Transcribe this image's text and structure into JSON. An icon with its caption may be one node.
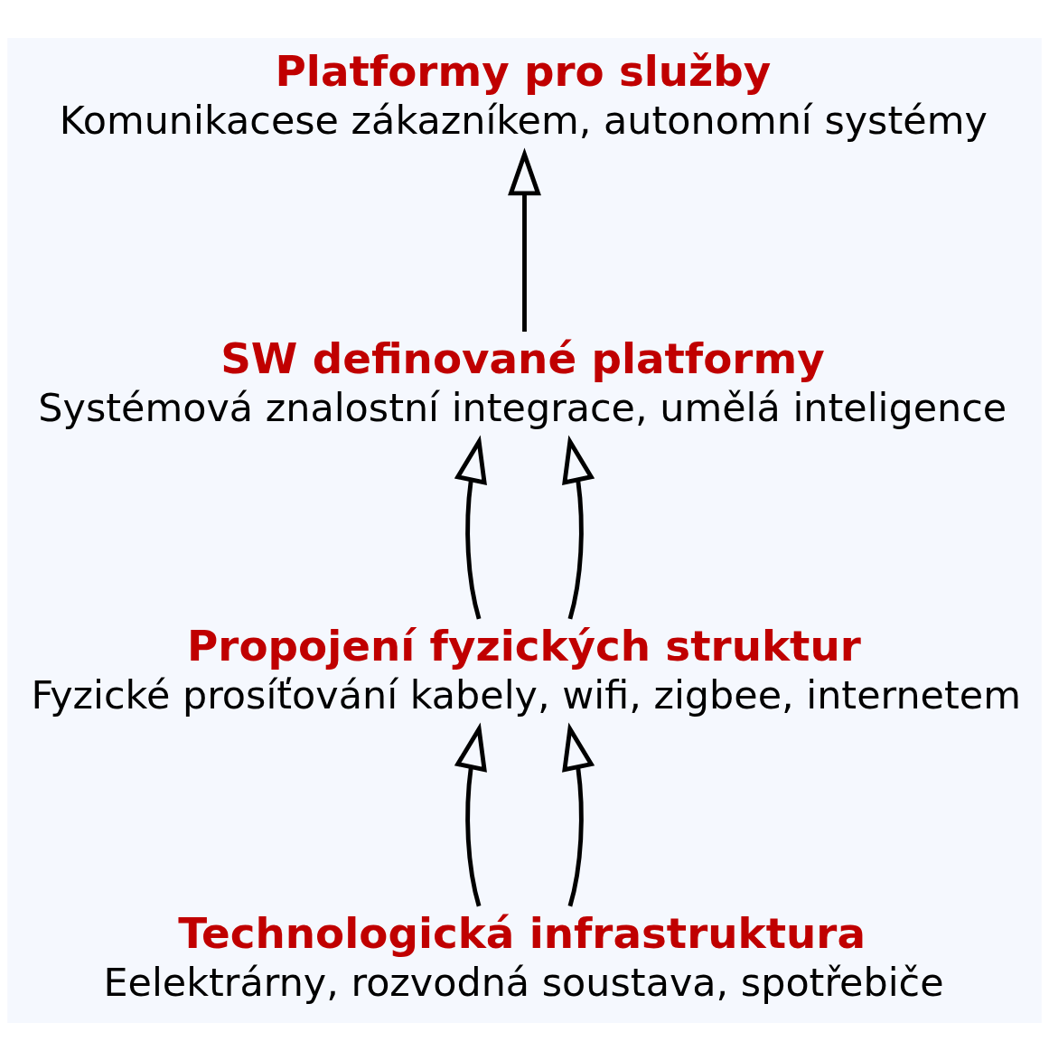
{
  "diagram": {
    "nodes": [
      {
        "text": [
          "Platformy pro služby",
          "Komunikacese zákazníkem, autonomní systémy"
        ]
      },
      {
        "text": [
          "SW definované platformy",
          "Systémová znalostní integrace, umělá inteligence"
        ]
      },
      {
        "text": [
          "Propojení fyzických struktur",
          "Fyzické prosíťování kabely, wifi, zigbee, internetem"
        ]
      },
      {
        "text": [
          "Technologická infrastruktura",
          "Eelektrárny, rozvodná soustava, spotřebiče"
        ]
      }
    ],
    "edges": [
      {
        "from": 1,
        "to": 0,
        "arrow": "to"
      },
      {
        "from": 2,
        "to": 1,
        "arrow": "to"
      },
      {
        "from": 2,
        "to": 1,
        "arrow": "to"
      },
      {
        "from": 3,
        "to": 2,
        "arrow": "to"
      },
      {
        "from": 3,
        "to": 2,
        "arrow": "to"
      }
    ]
  }
}
